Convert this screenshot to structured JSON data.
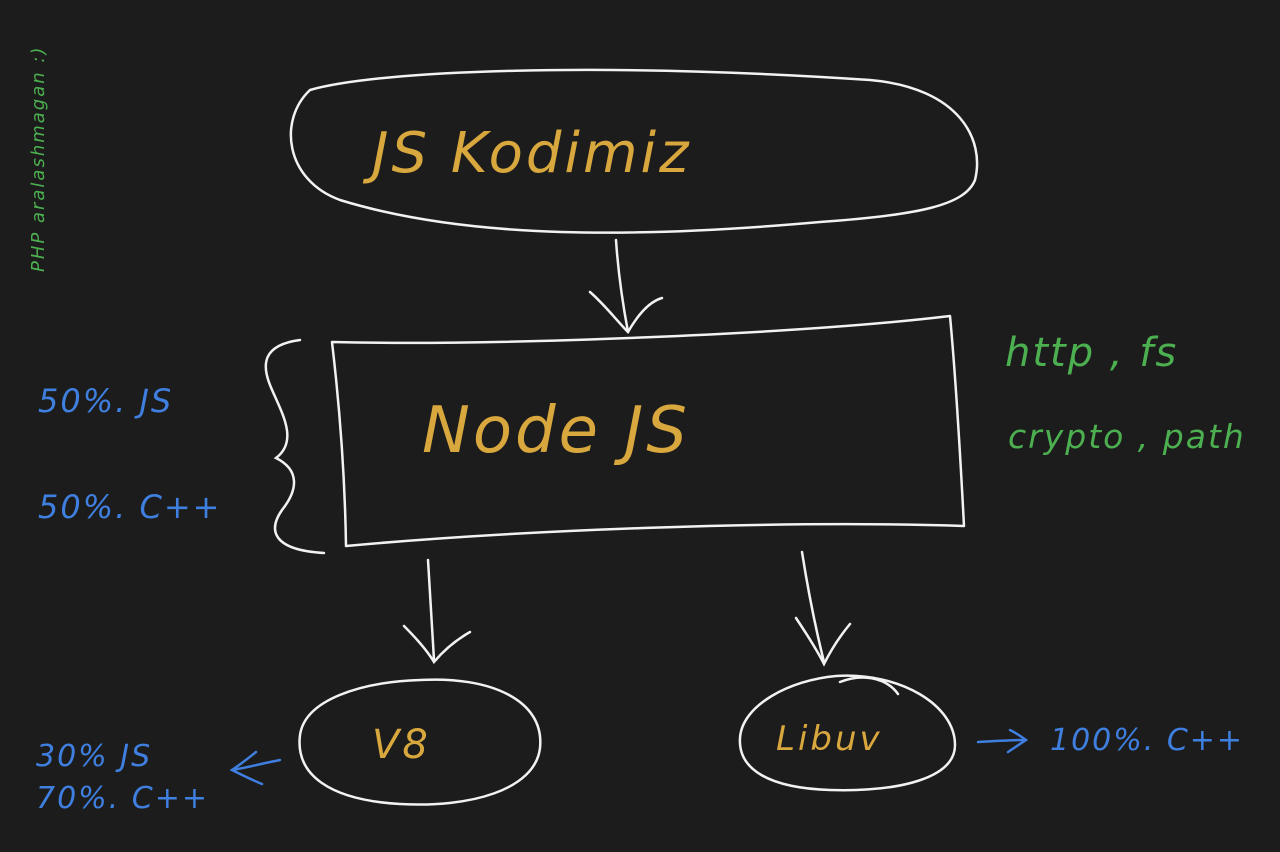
{
  "colors": {
    "background": "#1c1c1c",
    "stroke": "#f2f2f2",
    "node_text": "#d8a73d",
    "blue_note": "#3f7fe0",
    "green_note": "#4caf50"
  },
  "nodes": {
    "js_code": "JS Kodimiz",
    "node_js": "Node JS",
    "v8": "V8",
    "libuv": "Libuv"
  },
  "notes": {
    "node_js_js": "50%. JS",
    "node_js_cpp": "50%. C++",
    "node_modules_line1": "http , fs",
    "node_modules_line2": "crypto , path",
    "v8_js": "30% JS",
    "v8_cpp": "70%. C++",
    "libuv_cpp": "100%. C++",
    "side_note": "PHP aralashmagan :)"
  }
}
